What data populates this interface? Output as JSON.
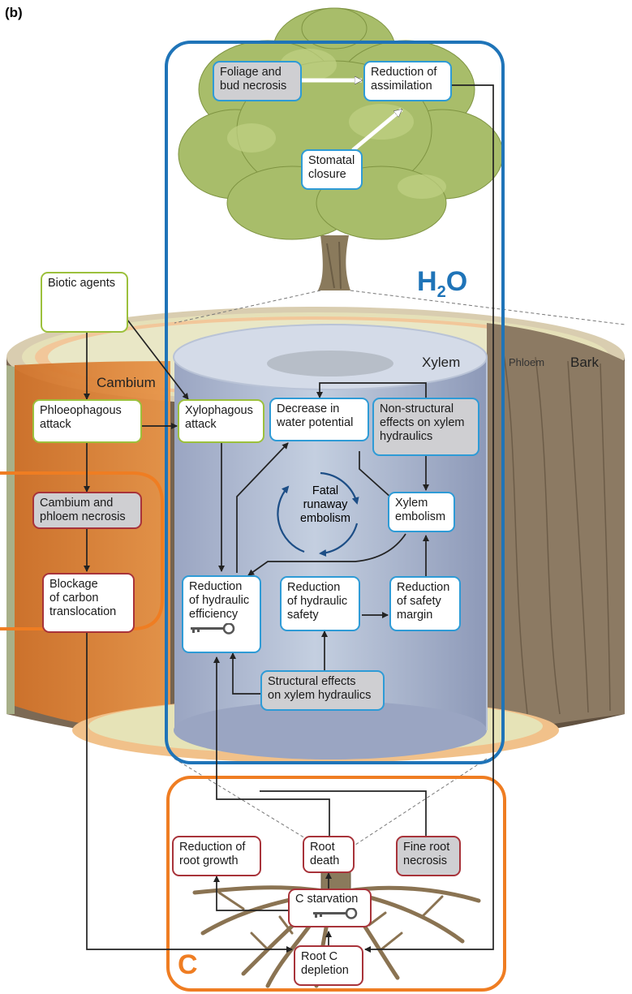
{
  "panel_label": "(b)",
  "region_labels": {
    "water": "H",
    "water_sub": "2",
    "water_tail": "O",
    "carbon": "C",
    "xylem": "Xylem",
    "phloem": "Phloem",
    "bark": "Bark",
    "cambium": "Cambium"
  },
  "nodes": {
    "foliage": "Foliage and\nbud necrosis",
    "assimilation": "Reduction of\nassimilation",
    "stomatal": "Stomatal\nclosure",
    "biotic": "Biotic agents",
    "phloeophagous": "Phloeophagous\nattack",
    "xylophagous": "Xylophagous\nattack",
    "water_potential": "Decrease in\nwater potential",
    "nonstructural": "Non-structural\neffects on xylem\nhydraulics",
    "cambium_necrosis": "Cambium and\nphloem necrosis",
    "xylem_embolism": "Xylem\nembolism",
    "blockage": "Blockage\nof carbon\ntranslocation",
    "hydraulic_efficiency": "Reduction\nof hydraulic\nefficiency",
    "hydraulic_safety": "Reduction\nof hydraulic\nsafety",
    "safety_margin": "Reduction\nof safety\nmargin",
    "structural": "Structural effects\non xylem hydraulics",
    "root_growth": "Reduction of\nroot growth",
    "root_death": "Root\ndeath",
    "fine_root": "Fine root\nnecrosis",
    "c_starvation": "C starvation",
    "root_c": "Root C\ndepletion"
  },
  "cycle_label": "Fatal\nrunaway\nembolism",
  "colors": {
    "water_frame": "#1f74b8",
    "carbon_frame": "#ef7d22",
    "node_blue": "#2e9bd6",
    "node_green": "#9cc03c",
    "node_red": "#a8333a",
    "node_grey": "#cfcfd2",
    "cycle": "#1d4e86"
  },
  "icons": [
    "tree-illustration",
    "beetle-icon",
    "mushroom-icon",
    "key-icon",
    "trunk-cross-section",
    "roots-illustration"
  ]
}
